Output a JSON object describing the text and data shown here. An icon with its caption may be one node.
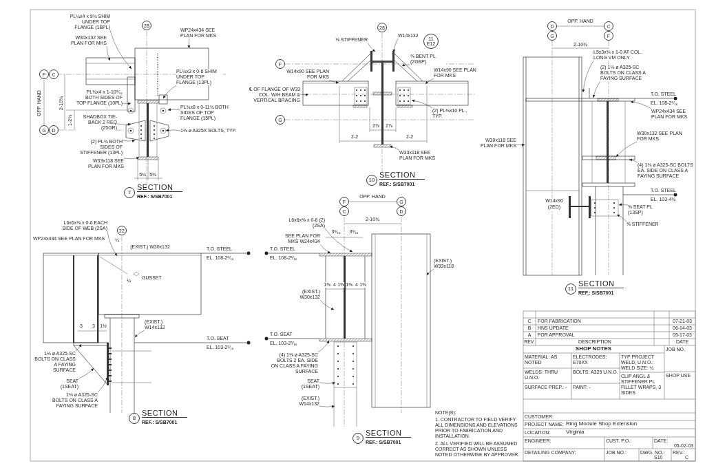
{
  "diagram": {
    "nodes": [
      {
        "text": [
          "28"
        ]
      },
      {
        "text": [
          "F"
        ]
      },
      {
        "text": [
          "C"
        ]
      },
      {
        "text": [
          "G"
        ]
      },
      {
        "text": [
          "D"
        ]
      },
      {
        "text": [
          "PL¼x4 x 9¾ SHIM UNDER TOP FLANGE (1BPL)"
        ]
      },
      {
        "text": [
          "W30x132 SEE PLAN FOR MKS"
        ]
      },
      {
        "text": [
          "WP24x434 SEE PLAN FOR MKS"
        ]
      },
      {
        "text": [
          "PL¾x4 x 1-10⁵⁄₁₆ BOTH SIDES OF TOP FLANGE (10PL)"
        ]
      },
      {
        "text": [
          "PL¼x3 x 0-6 SHIM UNDER TOP FLANGE (13PL)"
        ]
      },
      {
        "text": [
          "SHADBOX TIE-BACK 2 REQ (25GR)"
        ]
      },
      {
        "text": [
          "PL¾x8 x 0-11¾ BOTH SIDES OF TOP FLANGE (15PL)"
        ]
      },
      {
        "text": [
          "1⅛ ø A325X BOLTS, TYP."
        ]
      },
      {
        "text": [
          "(2) PL¾ BOTH SIDES OF STIFFENER (13PL)"
        ]
      },
      {
        "text": [
          "W33x118 SEE PLAN FOR MKS"
        ]
      },
      {
        "text": [
          "7"
        ],
        "beside": [
          "SECTION",
          "REF.: S/SB7001"
        ]
      },
      {
        "text": [
          "28"
        ]
      },
      {
        "text": [
          "F"
        ]
      },
      {
        "text": [
          "G"
        ]
      },
      {
        "text": [
          "⅜ STIFFENER"
        ]
      },
      {
        "text": [
          "W14x132"
        ]
      },
      {
        "text": [
          "⅝ BENT PL (2GBP)"
        ]
      },
      {
        "text": [
          "W14x90 SEE PLAN FOR MKS"
        ]
      },
      {
        "text": [
          "W14x90 SEE PLAN FOR MKS"
        ]
      },
      {
        "text": [
          "℄ OF FLANGE OF W33 COL. W/H BEAM & VERTICAL BRACING"
        ]
      },
      {
        "text": [
          "(2) PL⅜x10 PL., TYP."
        ]
      },
      {
        "text": [
          "W33x118 SEE PLAN FOR MKS"
        ]
      },
      {
        "text": [
          "10"
        ],
        "beside": [
          "SECTION",
          "REF.: S/SB7001"
        ]
      },
      {
        "text": [
          "11",
          "E12"
        ]
      },
      {
        "text": [
          "D"
        ]
      },
      {
        "text": [
          "C"
        ]
      },
      {
        "text": [
          "G"
        ]
      },
      {
        "text": [
          "F"
        ]
      },
      {
        "text": [
          "L5x3x⅜ x 1-0 AT COL. LONG VM ONLY"
        ]
      },
      {
        "text": [
          "(2) 1⅛ ø A325-SC BOLTS ON CLASS A FAYING SURFACE"
        ]
      },
      {
        "text": [
          "WP24x434 SEE PLAN FOR MKS"
        ]
      },
      {
        "text": [
          "W30x118 SEE PLAN FOR MKS"
        ]
      },
      {
        "text": [
          "W30x132 SEE PLAN FOR MKS"
        ]
      },
      {
        "text": [
          "(4) 1⅛ ø A325-SC BOLTS EA. SIDE ON CLASS A FAYING SURFACE"
        ]
      },
      {
        "text": [
          "⅝ SEAT PL (13SP)"
        ]
      },
      {
        "text": [
          "⅝ STIFFENER"
        ]
      },
      {
        "text": [
          "11"
        ],
        "beside": [
          "SECTION",
          "REF.: S/SB7001"
        ]
      },
      {
        "text": [
          "22"
        ]
      },
      {
        "text": [
          "L6x6x⅜ x 0-6 EACH SIDE OF WEB (2SA)"
        ]
      },
      {
        "text": [
          "(EXIST.) W14x132"
        ]
      },
      {
        "text": [
          "1⅛ ø A325-SC BOLTS ON CLASS A FAYING SURFACE"
        ]
      },
      {
        "text": [
          "SEAT (1SEAT)"
        ]
      },
      {
        "text": [
          "1⅛ ø A325-SC BOLTS ON CLASS A FAYING SURFACE"
        ]
      },
      {
        "text": [
          "8"
        ],
        "beside": [
          "SECTION",
          "REF.: S/SB7001"
        ]
      },
      {
        "text": [
          "F"
        ]
      },
      {
        "text": [
          "G"
        ]
      },
      {
        "text": [
          "C"
        ]
      },
      {
        "text": [
          "D"
        ]
      },
      {
        "text": [
          "L6x6x⅜ x 0-6 (2) (2SA)"
        ]
      },
      {
        "text": [
          "SEE PLAN FOR MKS W24x434"
        ]
      },
      {
        "text": [
          "(EXIST.) W30x132"
        ]
      },
      {
        "text": [
          "(EXIST.) W33x118"
        ]
      },
      {
        "text": [
          "(4) 1⅛ ø A325-SC BOLTS 2 EA. SIDE ON CLASS A FAYING SURFACE"
        ]
      },
      {
        "text": [
          "SEAT (1SEAT)"
        ]
      },
      {
        "text": [
          "(EXIST.) W14x132"
        ]
      },
      {
        "text": [
          "9"
        ],
        "beside": [
          "SECTION",
          "REF.: S/SB7001"
        ]
      }
    ],
    "edges": [
      {
        "from": 5,
        "to": null,
        "arrow": "to"
      },
      {
        "from": 6,
        "to": null,
        "arrow": "to"
      },
      {
        "from": 7,
        "to": null,
        "arrow": "to"
      },
      {
        "from": 8,
        "to": null,
        "arrow": "to"
      },
      {
        "from": 9,
        "to": null,
        "arrow": "to"
      },
      {
        "from": 10,
        "to": null,
        "arrow": "to"
      },
      {
        "from": 11,
        "to": null,
        "arrow": "to"
      },
      {
        "from": 12,
        "to": null,
        "arrow": "to"
      },
      {
        "from": 13,
        "to": null,
        "arrow": "to"
      },
      {
        "from": 14,
        "to": null,
        "arrow": "to"
      },
      {
        "from": 19,
        "to": null,
        "arrow": "to"
      },
      {
        "from": 20,
        "to": null,
        "arrow": "to"
      },
      {
        "from": 21,
        "to": null,
        "arrow": "to"
      },
      {
        "from": 22,
        "to": null,
        "arrow": "to"
      },
      {
        "from": 23,
        "to": null,
        "arrow": "to"
      },
      {
        "from": 24,
        "to": null,
        "arrow": "to"
      },
      {
        "from": 25,
        "to": null,
        "arrow": "to"
      },
      {
        "from": 26,
        "to": null,
        "arrow": "to"
      },
      {
        "from": 33,
        "to": null,
        "arrow": "to"
      },
      {
        "from": 34,
        "to": null,
        "arrow": "to"
      },
      {
        "from": 35,
        "to": null,
        "arrow": "to"
      },
      {
        "from": 36,
        "to": null,
        "arrow": "to"
      },
      {
        "from": 37,
        "to": null,
        "arrow": "to"
      },
      {
        "from": 38,
        "to": null,
        "arrow": "to"
      },
      {
        "from": 39,
        "to": null,
        "arrow": "to"
      },
      {
        "from": 40,
        "to": null,
        "arrow": "to"
      },
      {
        "from": 43,
        "to": null,
        "arrow": "to"
      },
      {
        "from": 44,
        "to": null,
        "arrow": "to"
      },
      {
        "from": 45,
        "to": null,
        "arrow": "to"
      },
      {
        "from": 46,
        "to": null,
        "arrow": "to"
      },
      {
        "from": 47,
        "to": null,
        "arrow": "to"
      },
      {
        "from": 53,
        "to": null,
        "arrow": "to"
      },
      {
        "from": 54,
        "to": null,
        "arrow": "to"
      },
      {
        "from": 55,
        "to": null,
        "arrow": "to"
      },
      {
        "from": 56,
        "to": null,
        "arrow": "to"
      },
      {
        "from": 57,
        "to": null,
        "arrow": "to"
      },
      {
        "from": 58,
        "to": null,
        "arrow": "to"
      },
      {
        "from": 59,
        "to": null,
        "arrow": "to"
      }
    ],
    "labels": [
      "OPP. HAND",
      "2-10¾",
      "1-2¾",
      "5¾",
      "5¾",
      "2⅞",
      "2⅞",
      "2-2",
      "2-2",
      "OPP. HAND",
      "2-10¾",
      "T.O. STEEL",
      "EL. 108-2⁵⁄₁₆",
      "W14x90",
      "(2ED)",
      "T.O. STEEL",
      "EL. 103-4¾",
      "WP24x434 SEE PLAN FOR MKS",
      "¼",
      "(EXIST.) W30x132",
      "T.O. STEEL",
      "EL. 108-2⁵⁄₁₆",
      "¼",
      "GUSSET",
      "3",
      "3",
      "1½",
      "T.O. SEAT",
      "EL. 103-2⁵⁄₁₆",
      "OPP. HAND",
      "2-10¾",
      "3⁵⁄₁₆",
      "3⁵⁄₁₆",
      "1⅝",
      "4",
      "1⅝",
      "1⅝",
      "4",
      "1⅝",
      "T.O. STEEL",
      "EL. 108-2⁵⁄₁₆",
      "T.O. SEAT",
      "EL. 103-2⁵⁄₁₆",
      "NOTE(S):",
      "1. CONTRACTOR TO FIELD VERIFY ALL DIMENSIONS AND ELEVATIONS PRIOR TO FABRICATION AND INSTALLATION.",
      "2. ALL VERIFIED WILL BE ASSUMED CORRECT AS SHOWN UNLESS NOTED OTHERWISE BY APPROVER.",
      "C",
      "FOR FABRICATION",
      "07-21-03",
      "B",
      "HNS UPDATE",
      "06-14-03",
      "A",
      "FOR APPROVAL",
      "05-17-03",
      "REV.",
      "DESCRIPTION",
      "DATE",
      "SHOP NOTES",
      "MATERIAL: AS NOTED",
      "ELECTRODES: E70XX",
      "TYP PROJECT WELD, U.N.O.: WELD SIZE: ¼",
      "WELDS: THRU U.N.O.",
      "BOLTS: A325 U.N.O.",
      "CLIP ANGL & STIFFENER PL FILLET WRAPS, 3 SIDES",
      "SURFACE PREP.: -",
      "PAINT: -",
      "JOB NO.",
      "SHOP USE",
      "CUSTOMER:",
      "PROJECT NAME:",
      "Ring Module Shop Extension",
      "LOCATION:",
      "Virginia",
      "ENGINEER:",
      "CUST. P.O.:",
      "DATE:",
      "05-02-03",
      "DETAILING COMPANY:",
      "JOB NO.:",
      "DWG. NO.:",
      "S10",
      "REV.:",
      "C"
    ]
  }
}
